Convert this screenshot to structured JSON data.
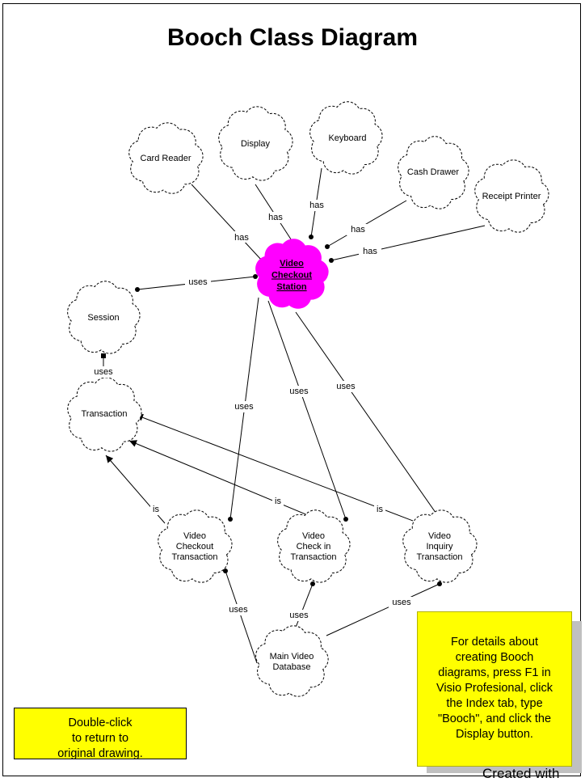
{
  "title": "Booch Class Diagram",
  "classes": {
    "card_reader": "Card Reader",
    "display": "Display",
    "keyboard": "Keyboard",
    "cash_drawer": "Cash Drawer",
    "receipt_printer": "Receipt Printer",
    "video_checkout_station": "Video\nCheckout\nStation",
    "session": "Session",
    "transaction": "Transaction",
    "video_checkout_transaction": "Video\nCheckout\nTransaction",
    "video_checkin_transaction": "Video\nCheck in\nTransaction",
    "video_inquiry_transaction": "Video\nInquiry\nTransaction",
    "main_video_database": "Main Video\nDatabase"
  },
  "relations": {
    "has": "has",
    "uses": "uses",
    "is": "is"
  },
  "notes": {
    "details": "For details about\ncreating Booch\ndiagrams, press F1 in\nVisio Profesional, click\nthe Index tab, type\n\"Booch\", and click the\nDisplay button.",
    "return": "Double-click\nto return to\noriginal drawing."
  },
  "footer": "Created with",
  "colors": {
    "highlight": "#ff00ff",
    "note": "#ffff00"
  }
}
